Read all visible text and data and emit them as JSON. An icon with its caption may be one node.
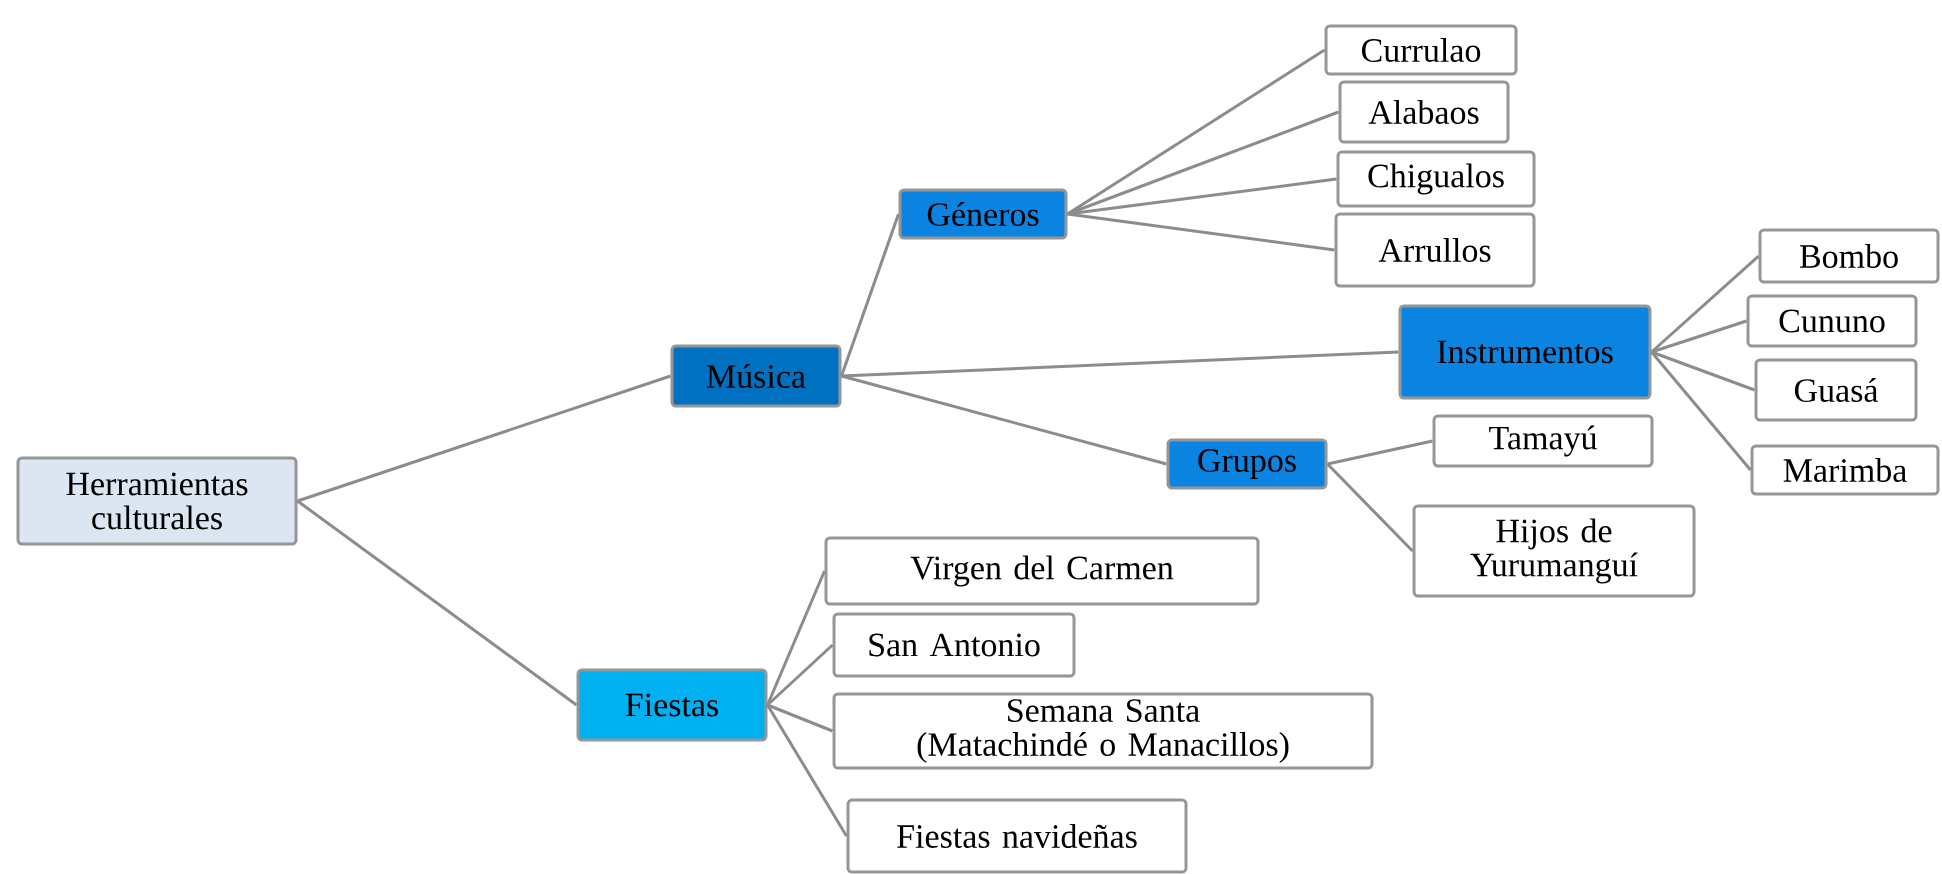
{
  "diagram": {
    "nodes": [
      {
        "text": [
          "Herramientas culturales"
        ]
      },
      {
        "text": [
          "Música"
        ]
      },
      {
        "text": [
          "Géneros"
        ]
      },
      {
        "text": [
          "Currulao"
        ]
      },
      {
        "text": [
          "Alabaos"
        ]
      },
      {
        "text": [
          "Chigualos"
        ]
      },
      {
        "text": [
          "Arrullos"
        ]
      },
      {
        "text": [
          "Instrumentos"
        ]
      },
      {
        "text": [
          "Bombo"
        ]
      },
      {
        "text": [
          "Cununo"
        ]
      },
      {
        "text": [
          "Guasá"
        ]
      },
      {
        "text": [
          "Marimba"
        ]
      },
      {
        "text": [
          "Grupos"
        ]
      },
      {
        "text": [
          "Tamayú"
        ]
      },
      {
        "text": [
          "Hijos de Yurumanguí"
        ]
      },
      {
        "text": [
          "Fiestas"
        ]
      },
      {
        "text": [
          "Virgen del Carmen"
        ]
      },
      {
        "text": [
          "San Antonio"
        ]
      },
      {
        "text": [
          "Semana Santa (Matachindé o Manacillos)"
        ]
      },
      {
        "text": [
          "Fiestas navideñas"
        ]
      }
    ],
    "edges": [
      {
        "from": 0,
        "to": 1,
        "arrow": "none"
      },
      {
        "from": 0,
        "to": 15,
        "arrow": "none"
      },
      {
        "from": 1,
        "to": 2,
        "arrow": "none"
      },
      {
        "from": 1,
        "to": 7,
        "arrow": "none"
      },
      {
        "from": 1,
        "to": 12,
        "arrow": "none"
      },
      {
        "from": 2,
        "to": 3,
        "arrow": "none"
      },
      {
        "from": 2,
        "to": 4,
        "arrow": "none"
      },
      {
        "from": 2,
        "to": 5,
        "arrow": "none"
      },
      {
        "from": 2,
        "to": 6,
        "arrow": "none"
      },
      {
        "from": 7,
        "to": 8,
        "arrow": "none"
      },
      {
        "from": 7,
        "to": 9,
        "arrow": "none"
      },
      {
        "from": 7,
        "to": 10,
        "arrow": "none"
      },
      {
        "from": 7,
        "to": 11,
        "arrow": "none"
      },
      {
        "from": 12,
        "to": 13,
        "arrow": "none"
      },
      {
        "from": 12,
        "to": 14,
        "arrow": "none"
      },
      {
        "from": 15,
        "to": 16,
        "arrow": "none"
      },
      {
        "from": 15,
        "to": 17,
        "arrow": "none"
      },
      {
        "from": 15,
        "to": 18,
        "arrow": "none"
      },
      {
        "from": 15,
        "to": 19,
        "arrow": "none"
      }
    ]
  }
}
